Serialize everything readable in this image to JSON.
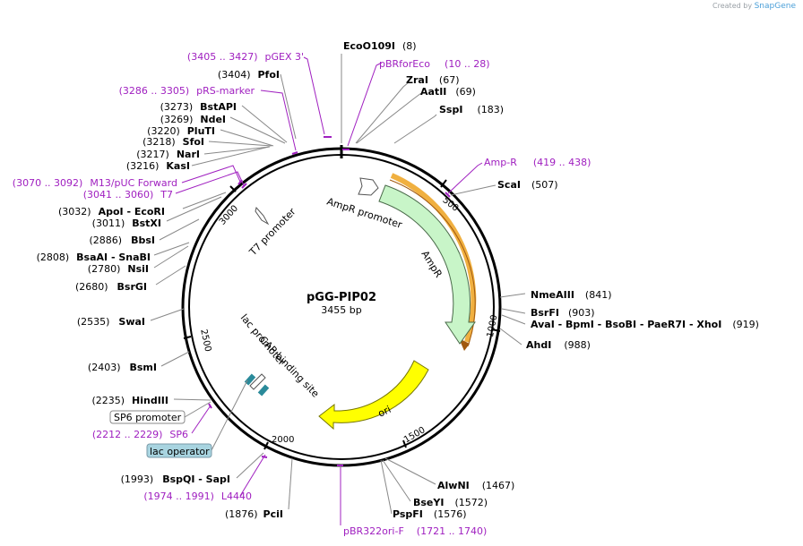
{
  "credit": {
    "prefix": "Created by",
    "brand": "SnapGene"
  },
  "plasmid": {
    "name": "pGG-PIP02",
    "length_label": "3455 bp",
    "length": 3455
  },
  "ticks": [
    "500",
    "1000",
    "1500",
    "2000",
    "2500",
    "3000"
  ],
  "features": {
    "ampr_promoter": "AmpR promoter",
    "ampr": "AmpR",
    "ori": "ori",
    "t7_promoter": "T7 promoter",
    "lac_promoter": "lac promoter",
    "cap_site": "CAP binding site",
    "sp6_promoter": "SP6 promoter",
    "lac_operator": "lac operator"
  },
  "enzymes": [
    {
      "name": "EcoO109I",
      "pos": "(8)"
    },
    {
      "name": "ZraI",
      "pos": "(67)"
    },
    {
      "name": "AatII",
      "pos": "(69)"
    },
    {
      "name": "SspI",
      "pos": "(183)"
    },
    {
      "name": "ScaI",
      "pos": "(507)"
    },
    {
      "name": "NmeAIII",
      "pos": "(841)"
    },
    {
      "name": "BsrFI",
      "pos": "(903)"
    },
    {
      "name": "AvaI - BpmI - BsoBI - PaeR7I - XhoI",
      "pos": "(919)"
    },
    {
      "name": "AhdI",
      "pos": "(988)"
    },
    {
      "name": "AlwNI",
      "pos": "(1467)"
    },
    {
      "name": "BseYI",
      "pos": "(1572)"
    },
    {
      "name": "PspFI",
      "pos": "(1576)"
    },
    {
      "name": "PciI",
      "pos": "(1876)"
    },
    {
      "name": "BspQI - SapI",
      "pos": "(1993)"
    },
    {
      "name": "HindIII",
      "pos": "(2235)"
    },
    {
      "name": "BsmI",
      "pos": "(2403)"
    },
    {
      "name": "SwaI",
      "pos": "(2535)"
    },
    {
      "name": "BsrGI",
      "pos": "(2680)"
    },
    {
      "name": "NsiI",
      "pos": "(2780)"
    },
    {
      "name": "BsaAI - SnaBI",
      "pos": "(2808)"
    },
    {
      "name": "BbsI",
      "pos": "(2886)"
    },
    {
      "name": "BstXI",
      "pos": "(3011)"
    },
    {
      "name": "ApoI - EcoRI",
      "pos": "(3032)"
    },
    {
      "name": "KasI",
      "pos": "(3216)"
    },
    {
      "name": "NarI",
      "pos": "(3217)"
    },
    {
      "name": "SfoI",
      "pos": "(3218)"
    },
    {
      "name": "PluTI",
      "pos": "(3220)"
    },
    {
      "name": "NdeI",
      "pos": "(3269)"
    },
    {
      "name": "BstAPI",
      "pos": "(3273)"
    },
    {
      "name": "PfoI",
      "pos": "(3404)"
    }
  ],
  "primers": [
    {
      "range": "(3405 .. 3427)",
      "name": "pGEX 3'"
    },
    {
      "name": "pBRforEco",
      "range": "(10 .. 28)"
    },
    {
      "range": "(3286 .. 3305)",
      "name": "pRS-marker"
    },
    {
      "name": "Amp-R",
      "range": "(419 .. 438)"
    },
    {
      "range": "(3070 .. 3092)",
      "name": "M13/pUC Forward"
    },
    {
      "range": "(3041 .. 3060)",
      "name": "T7"
    },
    {
      "range": "(2212 .. 2229)",
      "name": "SP6"
    },
    {
      "range": "(1974 .. 1991)",
      "name": "L4440"
    },
    {
      "name": "pBR322ori-F",
      "range": "(1721 .. 1740)"
    }
  ],
  "colors": {
    "primer": "#a020c0",
    "ampr": "#c8f5c8",
    "ori": "#ffff00",
    "highlight": "#f0b040",
    "lac_operator": "#a8d4e0"
  }
}
